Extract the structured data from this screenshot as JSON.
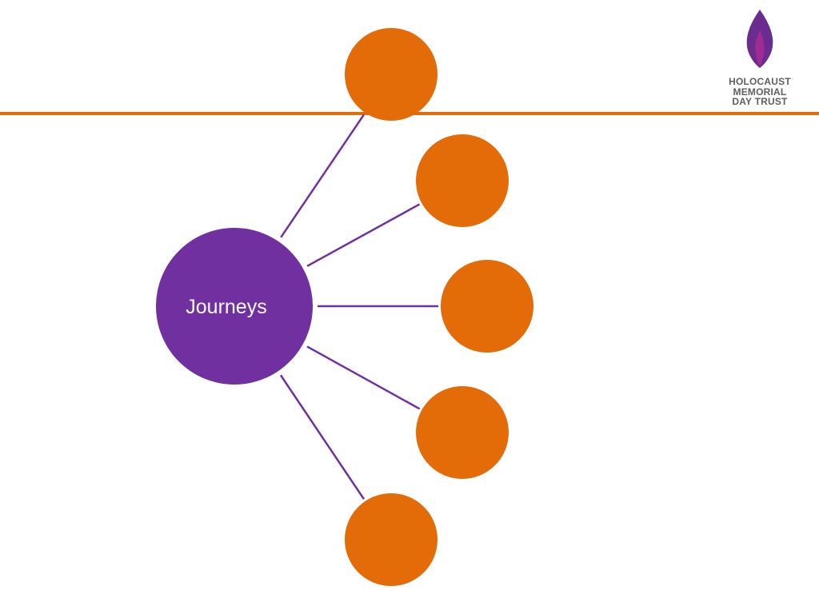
{
  "colors": {
    "accent_orange": "#E36C09",
    "primary_purple": "#7030A0",
    "logo_purple_dark": "#6B2C8F",
    "logo_purple_light": "#A02B93",
    "logo_text": "#5F5F5F",
    "connector": "#7030A0",
    "background": "#FFFFFF"
  },
  "logo": {
    "icon": "candle-flame-icon",
    "lines": [
      "HOLOCAUST",
      "MEMORIAL",
      "DAY TRUST"
    ]
  },
  "diagram": {
    "type": "radial-hub",
    "center": {
      "label": "Journeys"
    },
    "satellites": [
      {
        "label": ""
      },
      {
        "label": ""
      },
      {
        "label": ""
      },
      {
        "label": ""
      },
      {
        "label": ""
      }
    ]
  }
}
